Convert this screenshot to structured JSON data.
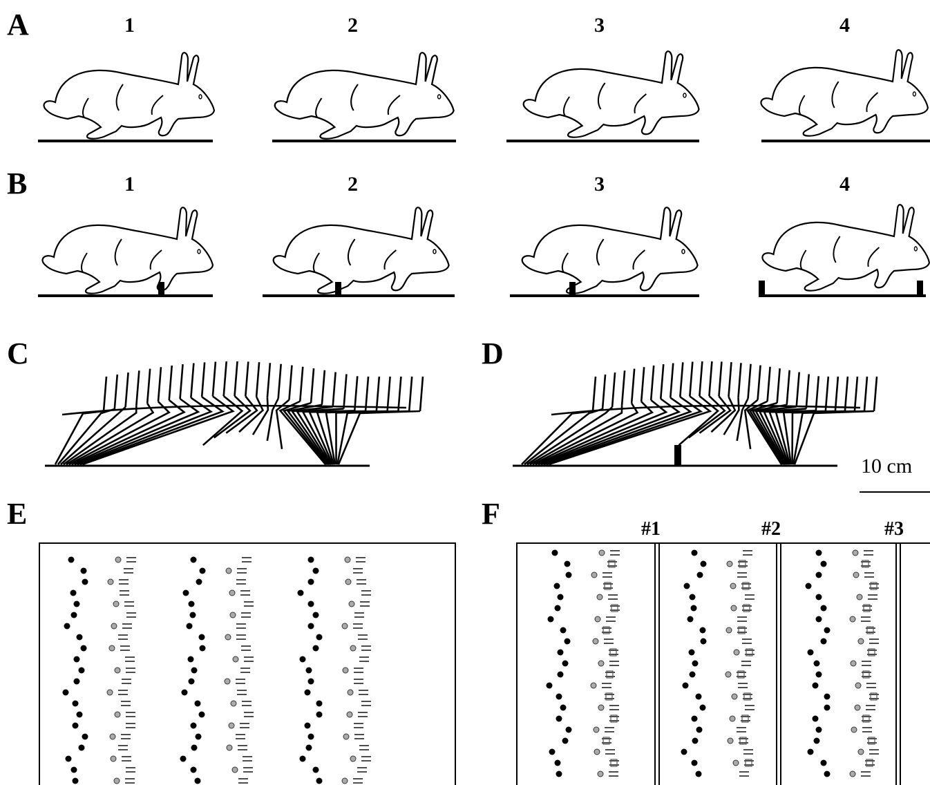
{
  "panels": {
    "A": {
      "letter": "A",
      "frames": [
        "1",
        "2",
        "3",
        "4"
      ]
    },
    "B": {
      "letter": "B",
      "frames": [
        "1",
        "2",
        "3",
        "4"
      ]
    },
    "C": {
      "letter": "C"
    },
    "D": {
      "letter": "D"
    },
    "E": {
      "letter": "E"
    },
    "F": {
      "letter": "F",
      "markers": [
        "#1",
        "#2",
        "#3"
      ]
    }
  },
  "scale_bar": {
    "label": "10 cm"
  }
}
